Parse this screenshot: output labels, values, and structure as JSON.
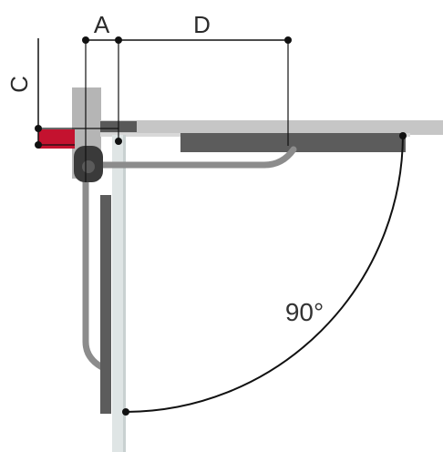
{
  "labels": {
    "dim_a": "A",
    "dim_d": "D",
    "dim_c": "C",
    "angle": "90°"
  },
  "colors": {
    "post": "#b5b5b5",
    "gate_leaf": "#dfe5e5",
    "fixed_gate": "#c6c6c6",
    "operator_body": "#595959",
    "arm": "#8c8c8c",
    "bracket": "#c4122f",
    "dimension_line": "#111111"
  },
  "angle_degrees": 90
}
